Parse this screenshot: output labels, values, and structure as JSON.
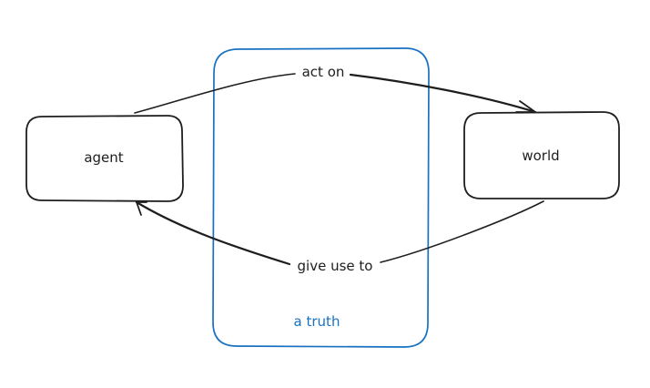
{
  "nodes": {
    "agent": {
      "label": "agent"
    },
    "world": {
      "label": "world"
    },
    "truth": {
      "label": "a truth"
    }
  },
  "edges": {
    "act_on": {
      "from": "agent",
      "to": "world",
      "label": "act on"
    },
    "give_use_to": {
      "from": "world",
      "to": "agent",
      "label": "give use to"
    }
  },
  "colors": {
    "stroke": "#1e1e1e",
    "truth_accent": "#1971c2",
    "background": "#ffffff"
  }
}
